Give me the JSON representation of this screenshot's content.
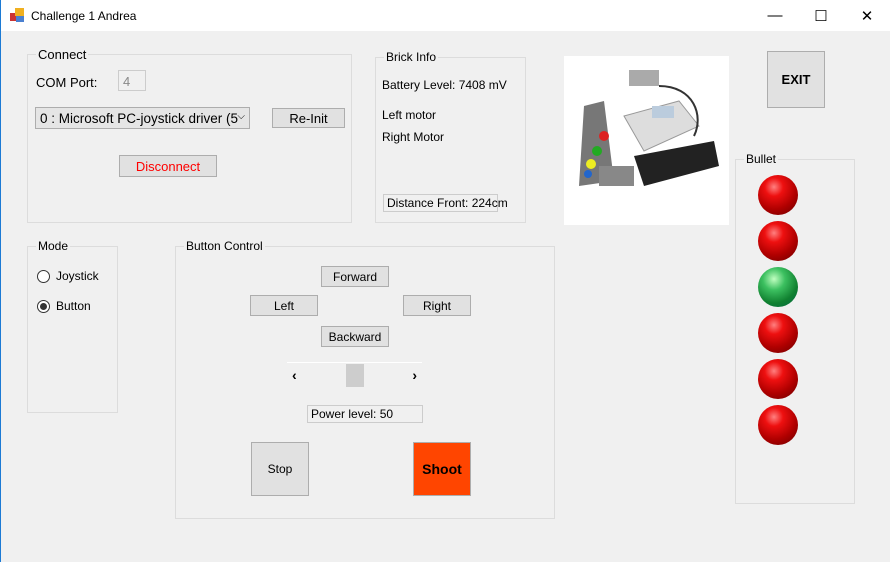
{
  "window": {
    "title": "Challenge 1 Andrea",
    "minimize": "—",
    "maximize": "☐",
    "close": "✕"
  },
  "connect": {
    "label": "Connect",
    "com_port_label": "COM Port:",
    "com_port_value": "4",
    "device": "0 : Microsoft PC-joystick driver (5",
    "reinit": "Re-Init",
    "disconnect": "Disconnect"
  },
  "brick": {
    "label": "Brick Info",
    "battery": "Battery Level: 7408 mV",
    "left_motor": "Left motor",
    "right_motor": "Right Motor",
    "distance": "Distance Front: 224cm"
  },
  "exit": "EXIT",
  "bullet": {
    "label": "Bullet",
    "leds": [
      "red",
      "red",
      "green",
      "red",
      "red",
      "red"
    ]
  },
  "mode": {
    "label": "Mode",
    "joystick": "Joystick",
    "button": "Button",
    "selected": "button"
  },
  "control": {
    "label": "Button Control",
    "forward": "Forward",
    "left": "Left",
    "right": "Right",
    "backward": "Backward",
    "power": "Power level: 50",
    "power_value": 50,
    "stop": "Stop",
    "shoot": "Shoot",
    "scroll_left": "‹",
    "scroll_right": "›"
  },
  "colors": {
    "shoot": "#ff4500",
    "disconnect": "#ff0000"
  }
}
